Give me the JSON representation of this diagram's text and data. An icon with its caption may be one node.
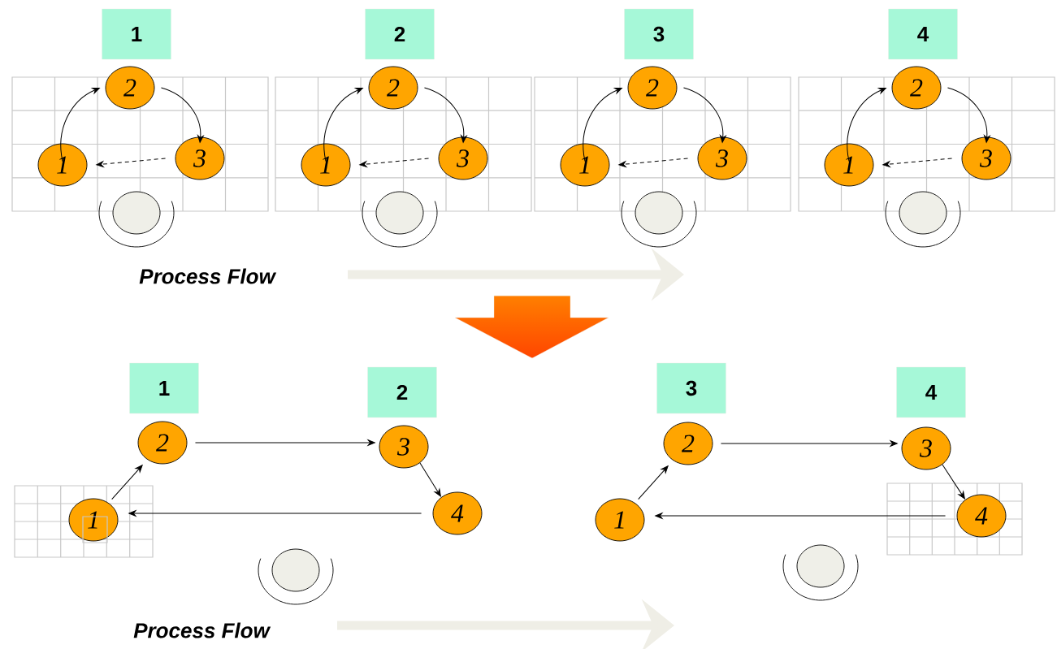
{
  "diagram": {
    "nodes": [
      {
        "text": [
          "1"
        ]
      },
      {
        "text": [
          "1"
        ]
      },
      {
        "text": [
          "2"
        ]
      },
      {
        "text": [
          "3"
        ]
      },
      {
        "text": [],
        "shape": "circle"
      },
      {
        "text": [
          "2"
        ]
      },
      {
        "text": [
          "1"
        ]
      },
      {
        "text": [
          "2"
        ]
      },
      {
        "text": [
          "3"
        ]
      },
      {
        "text": [],
        "shape": "circle"
      },
      {
        "text": [
          "3"
        ]
      },
      {
        "text": [
          "1"
        ]
      },
      {
        "text": [
          "2"
        ]
      },
      {
        "text": [
          "3"
        ]
      },
      {
        "text": [],
        "shape": "circle"
      },
      {
        "text": [
          "4"
        ]
      },
      {
        "text": [
          "1"
        ]
      },
      {
        "text": [
          "2"
        ]
      },
      {
        "text": [
          "3"
        ]
      },
      {
        "text": [],
        "shape": "circle"
      },
      {
        "text": [
          "1"
        ]
      },
      {
        "text": [
          "2"
        ]
      },
      {
        "text": [
          "1"
        ]
      },
      {
        "text": [
          "2"
        ]
      },
      {
        "text": [
          "3"
        ]
      },
      {
        "text": [
          "4"
        ]
      },
      {
        "text": [],
        "shape": "circle"
      },
      {
        "text": [
          "3"
        ]
      },
      {
        "text": [
          "4"
        ]
      },
      {
        "text": [
          "1"
        ]
      },
      {
        "text": [
          "2"
        ]
      },
      {
        "text": [
          "3"
        ]
      },
      {
        "text": [
          "4"
        ]
      },
      {
        "text": [],
        "shape": "circle"
      }
    ],
    "edges": [
      {
        "from": 1,
        "to": 2,
        "arrow": "to"
      },
      {
        "from": 2,
        "to": 3,
        "arrow": "to"
      },
      {
        "from": 3,
        "to": 1,
        "arrow": "to",
        "style": "dashed"
      },
      {
        "from": 6,
        "to": 7,
        "arrow": "to"
      },
      {
        "from": 7,
        "to": 8,
        "arrow": "to"
      },
      {
        "from": 8,
        "to": 6,
        "arrow": "to",
        "style": "dashed"
      },
      {
        "from": 11,
        "to": 12,
        "arrow": "to"
      },
      {
        "from": 12,
        "to": 13,
        "arrow": "to"
      },
      {
        "from": 13,
        "to": 11,
        "arrow": "to",
        "style": "dashed"
      },
      {
        "from": 16,
        "to": 17,
        "arrow": "to"
      },
      {
        "from": 17,
        "to": 18,
        "arrow": "to"
      },
      {
        "from": 18,
        "to": 16,
        "arrow": "to",
        "style": "dashed"
      },
      {
        "from": 22,
        "to": 23,
        "arrow": "to"
      },
      {
        "from": 23,
        "to": 24,
        "arrow": "to"
      },
      {
        "from": 24,
        "to": 25,
        "arrow": "to"
      },
      {
        "from": 25,
        "to": 22,
        "arrow": "to"
      },
      {
        "from": 29,
        "to": 30,
        "arrow": "to"
      },
      {
        "from": 30,
        "to": 31,
        "arrow": "to"
      },
      {
        "from": 31,
        "to": 32,
        "arrow": "to"
      },
      {
        "from": 32,
        "to": 29,
        "arrow": "to"
      }
    ],
    "labels": [
      "Process Flow",
      "Process Flow"
    ]
  }
}
